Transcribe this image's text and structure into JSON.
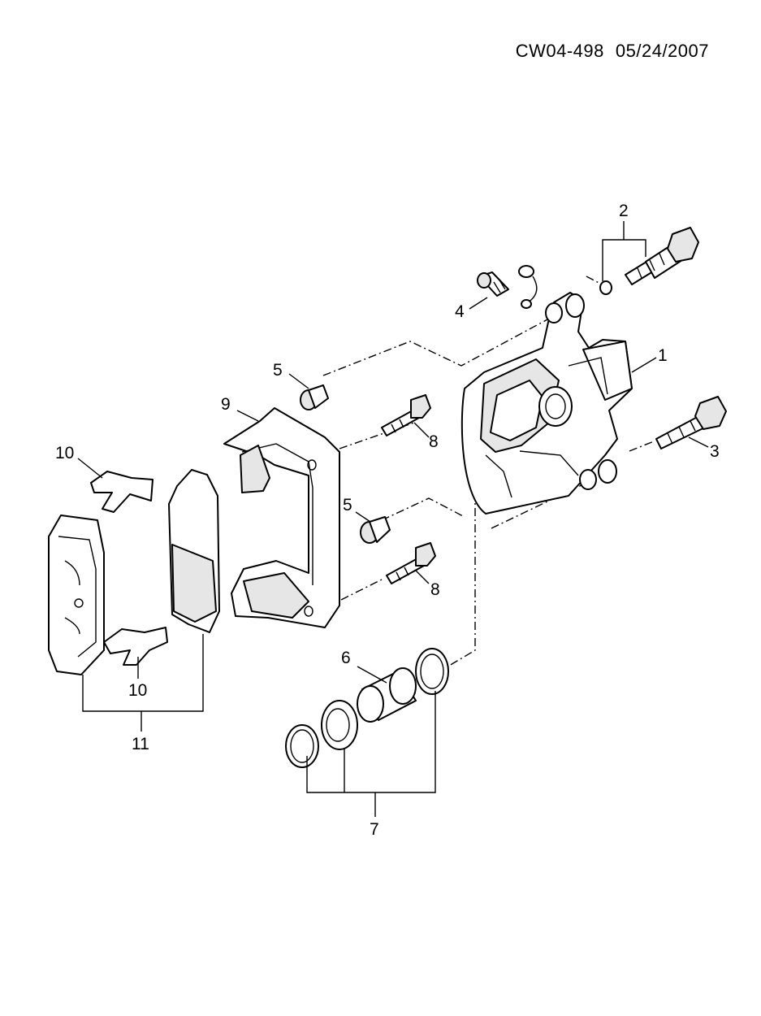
{
  "header": {
    "drawing_number": "CW04-498",
    "date": "05/24/2007"
  },
  "callouts": {
    "c1": "1",
    "c2": "2",
    "c3": "3",
    "c4": "4",
    "c5a": "5",
    "c5b": "5",
    "c6": "6",
    "c7": "7",
    "c8a": "8",
    "c8b": "8",
    "c9": "9",
    "c10a": "10",
    "c10b": "10",
    "c11": "11"
  }
}
